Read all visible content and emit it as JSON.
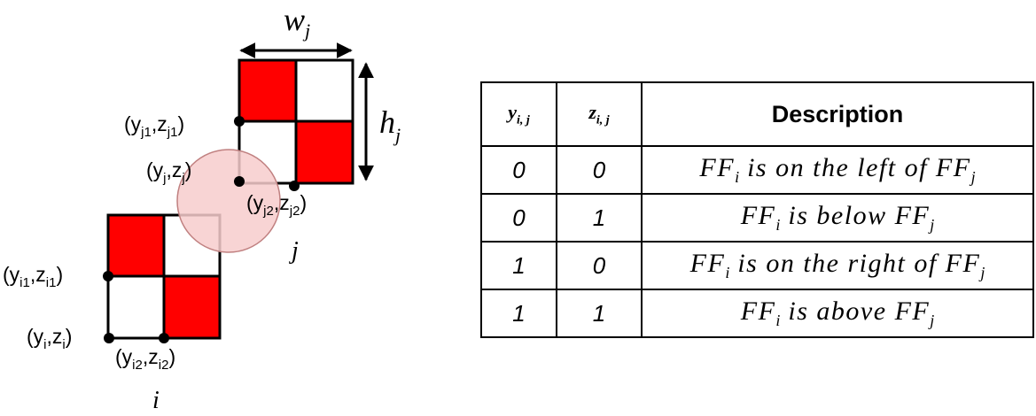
{
  "diagram": {
    "width_label": "w",
    "width_sub": "j",
    "height_label": "h",
    "height_sub": "j",
    "block_i_name": "i",
    "block_j_name": "j",
    "pt_j1": {
      "open": "(y",
      "s1": "j1",
      "mid": ",z",
      "s2": "j1",
      "close": ")"
    },
    "pt_j": {
      "open": "(y",
      "s1": "j",
      "mid": ",z",
      "s2": "j",
      "close": ")"
    },
    "pt_j2": {
      "open": "(y",
      "s1": "j2",
      "mid": ",z",
      "s2": "j2",
      "close": ")"
    },
    "pt_i1": {
      "open": "(y",
      "s1": "i1",
      "mid": ",z",
      "s2": "i1",
      "close": ")"
    },
    "pt_i": {
      "open": "(y",
      "s1": "i",
      "mid": ",z",
      "s2": "i",
      "close": ")"
    },
    "pt_i2": {
      "open": "(y",
      "s1": "i2",
      "mid": ",z",
      "s2": "i2",
      "close": ")"
    },
    "colors": {
      "red": "#ff0000",
      "overlap_circle": "#f7cccc",
      "circle_stroke": "#c08080"
    }
  },
  "table": {
    "header": {
      "y_var": "y",
      "y_sub": "i, j",
      "z_var": "z",
      "z_sub": "i, j",
      "description": "Description"
    },
    "rows": [
      {
        "y": "0",
        "z": "0",
        "pre": "FF",
        "pre_sub": "i",
        "text": " is on the left of FF",
        "post_sub": "j"
      },
      {
        "y": "0",
        "z": "1",
        "pre": "FF",
        "pre_sub": "i",
        "text": " is below FF",
        "post_sub": "j"
      },
      {
        "y": "1",
        "z": "0",
        "pre": "FF",
        "pre_sub": "i",
        "text": " is on the right of FF",
        "post_sub": "j"
      },
      {
        "y": "1",
        "z": "1",
        "pre": "FF",
        "pre_sub": "i",
        "text": " is above FF",
        "post_sub": "j"
      }
    ]
  }
}
